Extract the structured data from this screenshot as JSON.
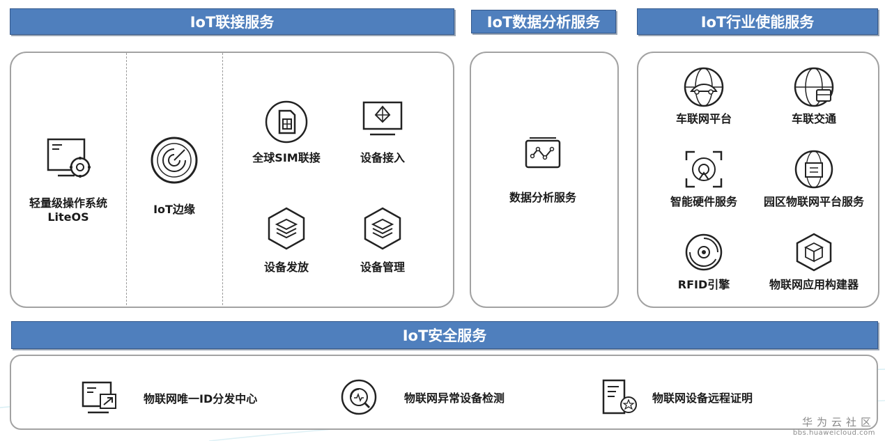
{
  "headers": {
    "connect": "IoT联接服务",
    "analytics": "IoT数据分析服务",
    "industry": "IoT行业使能服务",
    "security": "IoT安全服务"
  },
  "connect": {
    "liteos": "轻量级操作系统\nLiteOS",
    "edge": "IoT边缘",
    "sim": "全球SIM联接",
    "access": "设备接入",
    "provision": "设备发放",
    "management": "设备管理"
  },
  "analytics": {
    "data_analysis": "数据分析服务"
  },
  "industry": {
    "car_platform": "车联网平台",
    "car_traffic": "车联交通",
    "smart_hw": "智能硬件服务",
    "park_platform": "园区物联网平台服务",
    "rfid": "RFID引擎",
    "app_builder": "物联网应用构建器"
  },
  "security": {
    "id_center": "物联网唯一ID分发中心",
    "anomaly": "物联网异常设备检测",
    "attestation": "物联网设备远程证明"
  },
  "watermark": {
    "cn": "华为云社区",
    "en": "bbs.huaweicloud.com"
  },
  "icons": [
    "monitor-gear-icon",
    "radar-icon",
    "sim-card-icon",
    "device-access-icon",
    "layers-icon",
    "globe-car-icon",
    "globe-bus-icon",
    "target-device-icon",
    "globe-building-icon",
    "swirl-icon",
    "cube-icon",
    "chart-window-icon",
    "screen-arrow-icon",
    "magnifier-icon",
    "document-star-icon"
  ],
  "colors": {
    "header_bg": "#4f7fbd",
    "panel_border": "#a2a2a2"
  }
}
